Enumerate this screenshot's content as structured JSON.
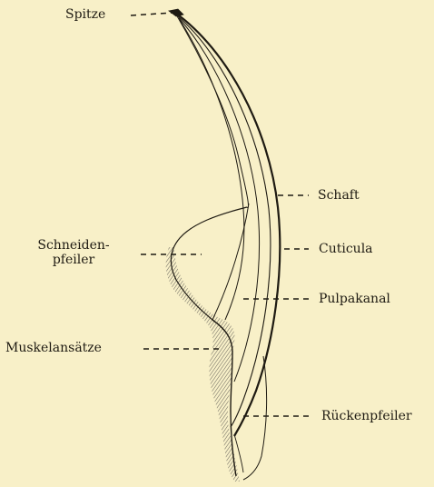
{
  "colors": {
    "background": "#f8f0c8",
    "ink": "#1e1a12",
    "hatching": "#6e6a60"
  },
  "labels": {
    "spitze": "Spitze",
    "schaft": "Schaft",
    "schneidenpfeiler_line1": "Schneiden-",
    "schneidenpfeiler_line2": "pfeiler",
    "cuticula": "Cuticula",
    "pulpakanal": "Pulpakanal",
    "muskelansaetze": "Muskelansätze",
    "rueckenpfeiler": "Rückenpfeiler"
  }
}
